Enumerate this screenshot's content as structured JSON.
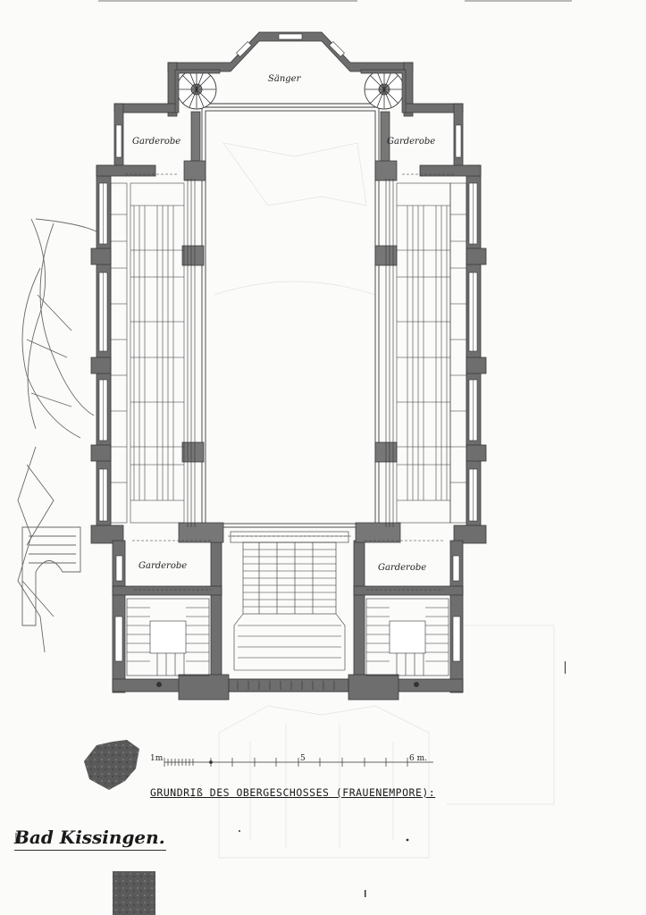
{
  "document": {
    "caption": "GRUNDRIß DES OBERGESCHOSSES (FRAUENEMPORE):",
    "place": "Bad Kissingen."
  },
  "rooms": {
    "choir": "Sänger",
    "cloak_nw": "Garderobe",
    "cloak_ne": "Garderobe",
    "cloak_sw": "Garderobe",
    "cloak_se": "Garderobe"
  },
  "scale_bar": {
    "start": "1m",
    "mid": "5",
    "end": "6 m."
  },
  "colors": {
    "wall": "#6e6e6e",
    "line": "#3a3a3a",
    "paper": "#fbfbfa"
  }
}
